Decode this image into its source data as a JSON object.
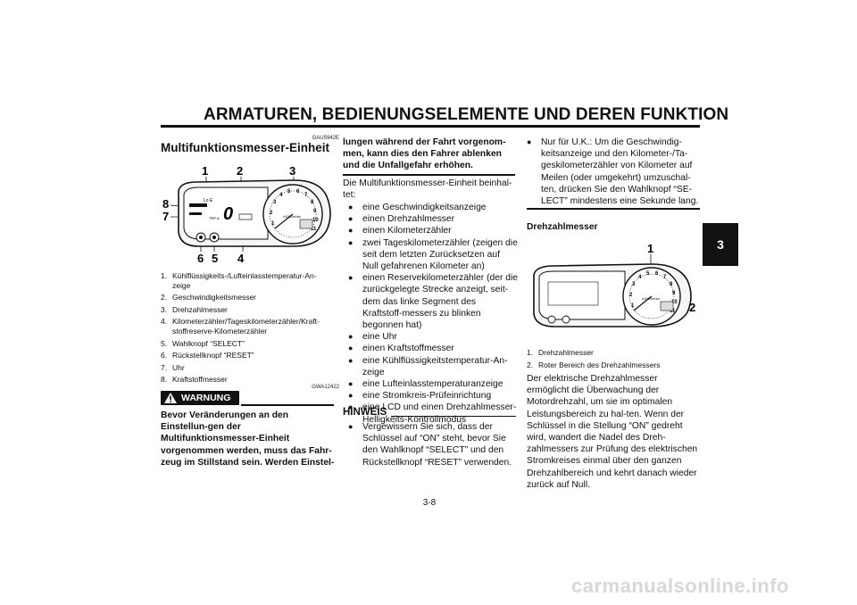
{
  "header": {
    "title": "ARMATUREN, BEDIENUNGSELEMENTE UND DEREN FUNKTION"
  },
  "chapter_tab": "3",
  "page_number": "3-8",
  "watermark": "carmanualsonline.info",
  "left": {
    "code": "GAU5942E",
    "title": "Multifunktionsmesser-Einheit",
    "figure_callouts": [
      "1",
      "2",
      "3",
      "4",
      "5",
      "6",
      "7",
      "8"
    ],
    "captions": [
      {
        "n": "1.",
        "text": "Kühlflüssigkeits-/Lufteinlasstemperatur-An-zeige"
      },
      {
        "n": "2.",
        "text": "Geschwindigkeitsmesser"
      },
      {
        "n": "3.",
        "text": "Drehzahlmesser"
      },
      {
        "n": "4.",
        "text": "Kilometerzähler/Tageskilometerzähler/Kraft-stoffreserve-Kilometerzähler"
      },
      {
        "n": "5.",
        "text": "Wahlknopf “SELECT”"
      },
      {
        "n": "6.",
        "text": "Rückstellknopf “RESET”"
      },
      {
        "n": "7.",
        "text": "Uhr"
      },
      {
        "n": "8.",
        "text": "Kraftstoffmesser"
      }
    ],
    "warning_label": "WARNUNG",
    "warning_code": "GWA12422",
    "warning_text": "Bevor Veränderungen an den Einstellun-gen der Multifunktionsmesser-Einheit vorgenommen werden, muss das Fahr-zeug im Stillstand sein. Werden Einstel-"
  },
  "middle": {
    "warning_cont": "lungen während der Fahrt vorgenom-men, kann dies den Fahrer ablenken und die Unfallgefahr erhöhen.",
    "intro": "Die Multifunktionsmesser-Einheit beinhal-tet:",
    "bullets": [
      "eine Geschwindigkeitsanzeige",
      "einen Drehzahlmesser",
      "einen Kilometerzähler",
      "zwei Tageskilometerzähler (zeigen die seit dem letzten Zurücksetzen auf Null gefahrenen Kilometer an)",
      "einen Reservekilometerzähler (der die zurückgelegte Strecke anzeigt, seit-dem das linke Segment des Kraftstoff-messers zu blinken begonnen hat)",
      "eine Uhr",
      "einen Kraftstoffmesser",
      "eine Kühlflüssigkeitstemperatur-An-zeige",
      "eine Lufteinlasstemperaturanzeige",
      "eine Stromkreis-Prüfeinrichtung",
      "eine LCD und einen Drehzahlmesser-Helligkeits-Kontrollmodus"
    ],
    "hinweis_label": "HINWEIS",
    "hinweis_bullet": "Vergewissern Sie sich, dass der Schlüssel auf “ON” steht, bevor Sie den Wahlknopf “SELECT” und den Rückstellknopf “RESET” verwenden."
  },
  "right": {
    "uk_bullet": "Nur für U.K.: Um die Geschwindig-keitsanzeige und den Kilometer-/Ta-geskilometerzähler von Kilometer auf Meilen (oder umgekehrt) umzuschal-ten, drücken Sie den Wahlknopf “SE-LECT” mindestens eine Sekunde lang.",
    "section_title": "Drehzahlmesser",
    "figure_callouts": [
      "1",
      "2"
    ],
    "captions": [
      {
        "n": "1.",
        "text": "Drehzahlmesser"
      },
      {
        "n": "2.",
        "text": "Roter Bereich des Drehzahlmessers"
      }
    ],
    "body": "Der elektrische Drehzahlmesser ermöglicht die Überwachung der Motordrehzahl, um sie im optimalen Leistungsbereich zu hal-ten. Wenn der Schlüssel in die Stellung “ON” gedreht wird, wandert die Nadel des Dreh-zahlmessers zur Prüfung des elektrischen Stromkreises einmal über den ganzen Drehzahlbereich und kehrt danach wieder zurück auf Null."
  }
}
